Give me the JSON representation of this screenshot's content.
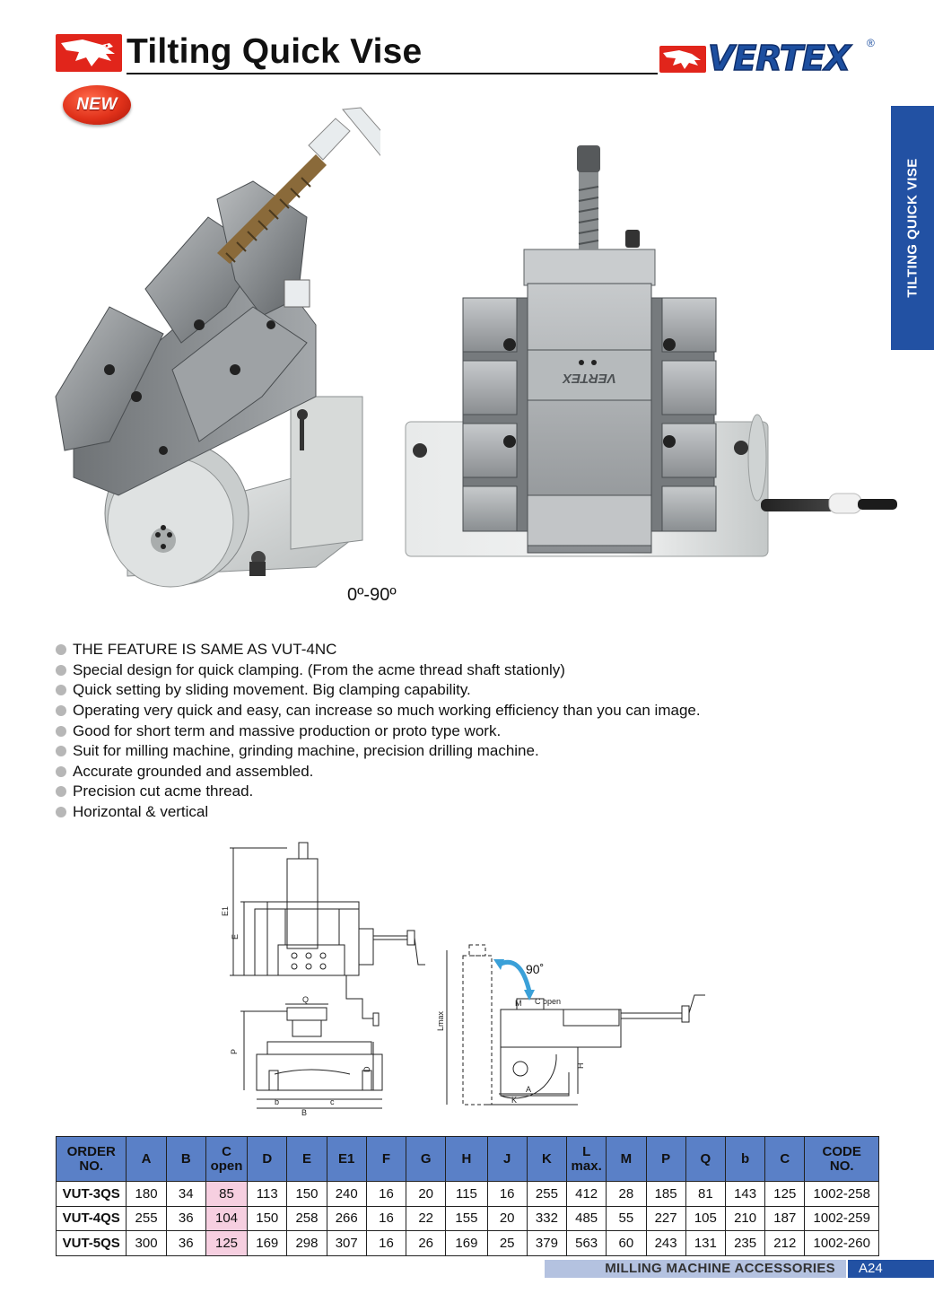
{
  "header": {
    "title": "Tilting Quick Vise",
    "brand": "VERTEX",
    "brand_reg": "®",
    "new_badge": "NEW",
    "side_tab": "TILTING QUICK VISE",
    "logo_icon": "eagle-icon"
  },
  "photos": {
    "angle_caption": "0º-90º",
    "vise_engraving": "VERTEX"
  },
  "features": [
    "THE FEATURE IS SAME AS VUT-4NC",
    "Special design for quick clamping. (From the acme thread shaft stationly)",
    "Quick setting by sliding movement. Big clamping capability.",
    "Operating very quick and easy, can increase so much working efficiency than you can image.",
    "Good for short term and massive production or proto type work.",
    "Suit for milling machine, grinding machine, precision drilling machine.",
    "Accurate grounded and assembled.",
    "Precision cut acme thread.",
    "Horizontal & vertical"
  ],
  "drawing": {
    "e1": "E1",
    "e": "E",
    "q": "Q",
    "p": "P",
    "d": "D",
    "b_small": "b",
    "b_big": "B",
    "c_small": "c",
    "lmax": "Lmax",
    "angle": "90˚",
    "m": "M",
    "c_open": "C open",
    "h": "H",
    "a": "A",
    "k": "K",
    "arrow_color": "#3aa0d8"
  },
  "table": {
    "header_color": "#5a80c7",
    "c_open_color": "#f6cfe0",
    "headers": [
      {
        "main": "ORDER",
        "sub": "NO."
      },
      {
        "main": "A",
        "sub": ""
      },
      {
        "main": "B",
        "sub": ""
      },
      {
        "main": "C",
        "sub": "open"
      },
      {
        "main": "D",
        "sub": ""
      },
      {
        "main": "E",
        "sub": ""
      },
      {
        "main": "E1",
        "sub": ""
      },
      {
        "main": "F",
        "sub": ""
      },
      {
        "main": "G",
        "sub": ""
      },
      {
        "main": "H",
        "sub": ""
      },
      {
        "main": "J",
        "sub": ""
      },
      {
        "main": "K",
        "sub": ""
      },
      {
        "main": "L",
        "sub": "max."
      },
      {
        "main": "M",
        "sub": ""
      },
      {
        "main": "P",
        "sub": ""
      },
      {
        "main": "Q",
        "sub": ""
      },
      {
        "main": "b",
        "sub": ""
      },
      {
        "main": "C",
        "sub": ""
      },
      {
        "main": "CODE",
        "sub": "NO."
      }
    ],
    "rows": [
      [
        "VUT-3QS",
        "180",
        "34",
        "85",
        "113",
        "150",
        "240",
        "16",
        "20",
        "115",
        "16",
        "255",
        "412",
        "28",
        "185",
        "81",
        "143",
        "125",
        "1002-258"
      ],
      [
        "VUT-4QS",
        "255",
        "36",
        "104",
        "150",
        "258",
        "266",
        "16",
        "22",
        "155",
        "20",
        "332",
        "485",
        "55",
        "227",
        "105",
        "210",
        "187",
        "1002-259"
      ],
      [
        "VUT-5QS",
        "300",
        "36",
        "125",
        "169",
        "298",
        "307",
        "16",
        "26",
        "169",
        "25",
        "379",
        "563",
        "60",
        "243",
        "131",
        "235",
        "212",
        "1002-260"
      ]
    ]
  },
  "footer": {
    "section": "MILLING MACHINE ACCESSORIES",
    "page": "A24"
  }
}
